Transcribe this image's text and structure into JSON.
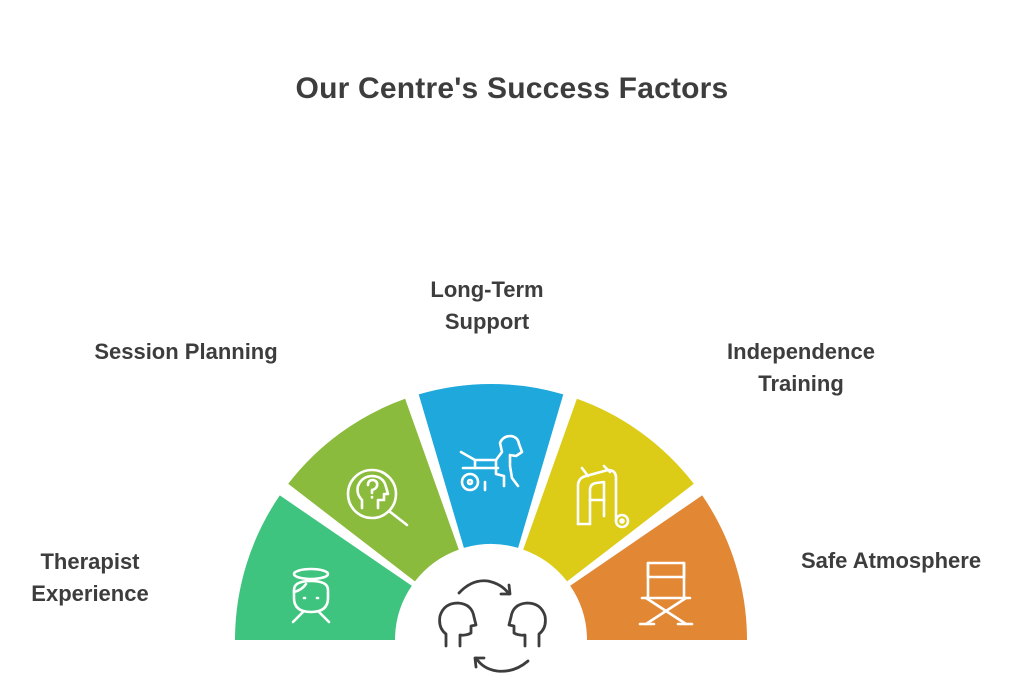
{
  "title": "Our Centre's Success Factors",
  "factors": [
    {
      "lines": [
        "Therapist",
        "Experience"
      ],
      "color": "#3ec47e",
      "icon": "therapist-halo-icon"
    },
    {
      "lines": [
        "Session Planning"
      ],
      "color": "#8bbb3c",
      "icon": "head-question-magnifier-icon"
    },
    {
      "lines": [
        "Long-Term",
        "Support"
      ],
      "color": "#1fa8dc",
      "icon": "dog-wheelchair-icon"
    },
    {
      "lines": [
        "Independence",
        "Training"
      ],
      "color": "#dccb17",
      "icon": "walker-icon"
    },
    {
      "lines": [
        "Safe Atmosphere"
      ],
      "color": "#e28734",
      "icon": "director-chair-icon"
    }
  ],
  "center": {
    "icon": "two-heads-exchange-icon",
    "color": "#3d3d3d"
  }
}
